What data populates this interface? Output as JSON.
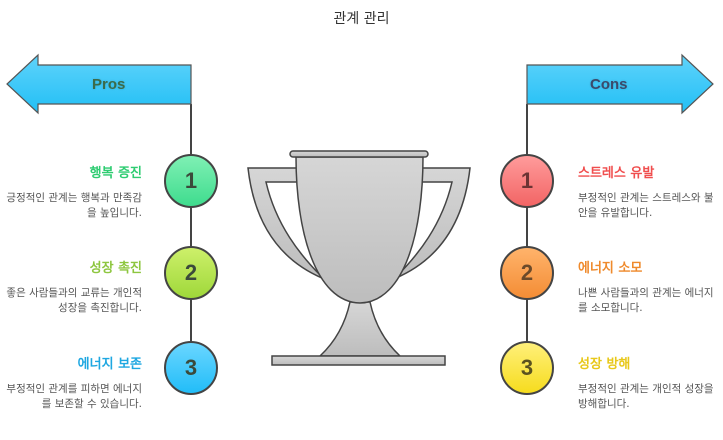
{
  "title": "관계 관리",
  "pros": {
    "label": "Pros",
    "items": [
      {
        "number": "1",
        "heading": "행복 증진",
        "description": "긍정적인 관계는 행복과 만족감을 높입니다.",
        "color": "#2ecc71"
      },
      {
        "number": "2",
        "heading": "성장 촉진",
        "description": "좋은 사람들과의 교류는 개인적 성장을 촉진합니다.",
        "color": "#8dc63f"
      },
      {
        "number": "3",
        "heading": "에너지 보존",
        "description": "부정적인 관계를 피하면 에너지를 보존할 수 있습니다.",
        "color": "#1ea7e1"
      }
    ]
  },
  "cons": {
    "label": "Cons",
    "items": [
      {
        "number": "1",
        "heading": "스트레스 유발",
        "description": "부정적인 관계는 스트레스와 불안을 유발합니다.",
        "color": "#f04e4e"
      },
      {
        "number": "2",
        "heading": "에너지 소모",
        "description": "나쁜 사람들과의 관계는 에너지를 소모합니다.",
        "color": "#ef8a2c"
      },
      {
        "number": "3",
        "heading": "성장 방해",
        "description": "부정적인 관계는 개인적 성장을 방해합니다.",
        "color": "#e8c81a"
      }
    ]
  }
}
